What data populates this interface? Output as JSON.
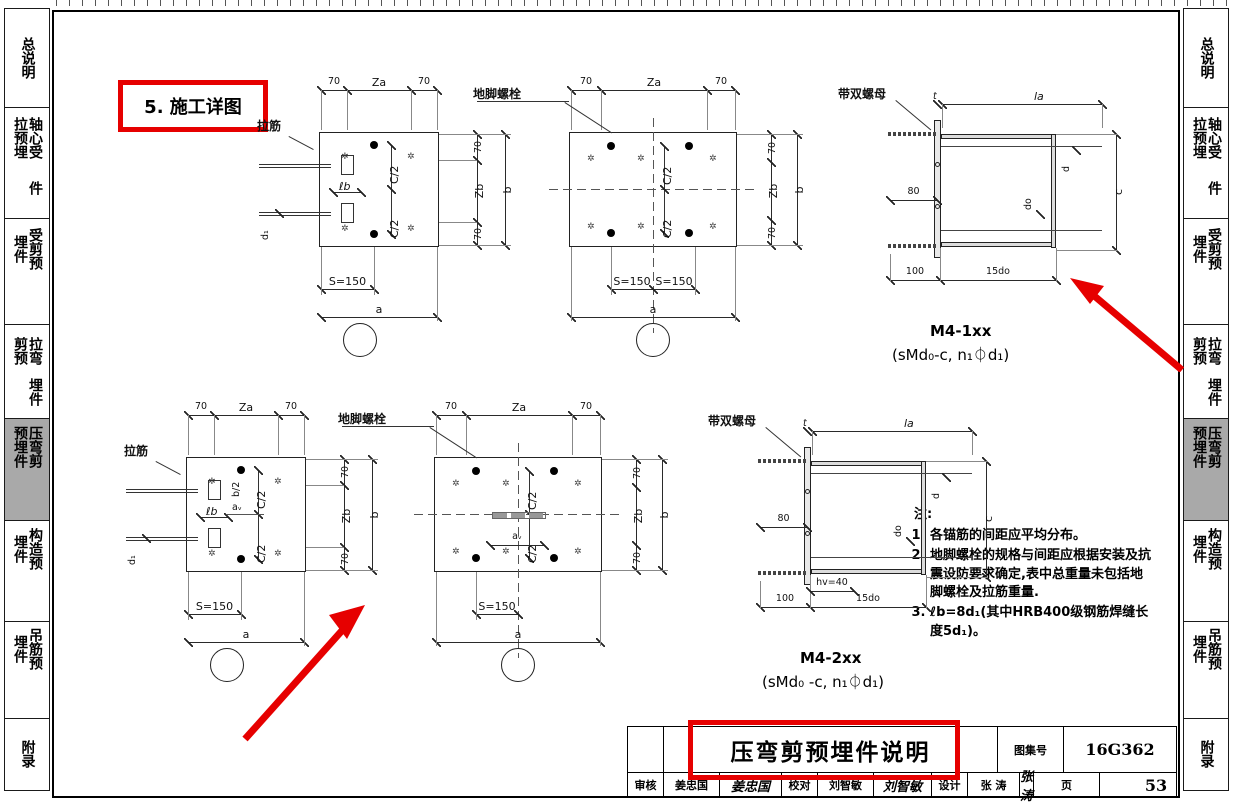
{
  "sidebar": {
    "items": [
      {
        "label": "总说明",
        "selected": false
      },
      {
        "label": "轴心受拉预埋件",
        "selected": false
      },
      {
        "label": "受剪预埋件",
        "selected": false
      },
      {
        "label": "拉弯剪预埋件",
        "selected": false
      },
      {
        "label": "压弯剪预埋件",
        "selected": true
      },
      {
        "label": "构造预埋件",
        "selected": false
      },
      {
        "label": "吊筋预埋件",
        "selected": false
      },
      {
        "label": "附录",
        "selected": false
      }
    ]
  },
  "annotations": {
    "section_label": "5. 施工详图",
    "highlight_title": "压弯剪预埋件说明",
    "accent_color": "#e60000"
  },
  "drawings": {
    "row1": {
      "plan_left": {
        "dim_top_left": "70",
        "dim_top_mid": "Za",
        "dim_top_right": "70",
        "dim_right_top": "70",
        "dim_right_mid": "Zb",
        "dim_right_outer": "b",
        "dim_right_bot": "70",
        "dim_bottom_s": "S=150",
        "dim_bottom_a": "a",
        "label_tie": "拉筋",
        "label_d1": "d₁",
        "label_lb": "ℓb",
        "label_c_upper": "C/2",
        "label_c_lower": "C/2"
      },
      "plan_mid": {
        "dim_top_left": "70",
        "dim_top_mid": "Za",
        "dim_top_right": "70",
        "dim_right_top": "70",
        "dim_right_mid": "Zb",
        "dim_right_outer": "b",
        "dim_right_bot": "70",
        "dim_bottom_s1": "S=150",
        "dim_bottom_s2": "S=150",
        "dim_bottom_a": "a",
        "label_anchor_bolt": "地脚螺栓",
        "label_c_upper": "C/2",
        "label_c_lower": "C/2"
      },
      "section": {
        "label_double_nut": "带双螺母",
        "dim_t": "t",
        "dim_la": "la",
        "dim_80": "80",
        "dim_100": "100",
        "dim_15do": "15do",
        "dim_c": "c",
        "dim_d": "d",
        "dim_do": "do",
        "title": "M4-1xx",
        "subtitle": "(sMd₀-c, n₁⏀d₁)"
      }
    },
    "row2": {
      "plan_left": {
        "dim_top_left": "70",
        "dim_top_mid": "Za",
        "dim_top_right": "70",
        "dim_right_top": "70",
        "dim_right_mid": "Zb",
        "dim_right_outer": "b",
        "dim_right_bot": "70",
        "dim_bottom_s": "S=150",
        "dim_bottom_a": "a",
        "label_tie": "拉筋",
        "label_d1": "d₁",
        "label_lb": "ℓb",
        "label_av": "aᵥ",
        "label_b2": "b/2",
        "label_c_upper": "C/2",
        "label_c_lower": "C/2"
      },
      "plan_mid": {
        "dim_top_left": "70",
        "dim_top_mid": "Za",
        "dim_top_right": "70",
        "dim_right_top": "70",
        "dim_right_mid": "Zb",
        "dim_right_outer": "b",
        "dim_right_bot": "70",
        "dim_bottom_s": "S=150",
        "dim_bottom_a": "a",
        "label_anchor_bolt": "地脚螺栓",
        "label_av": "aᵥ",
        "label_c_upper": "C/2",
        "label_c_lower": "C/2"
      },
      "section": {
        "label_double_nut": "带双螺母",
        "dim_t": "t",
        "dim_la": "la",
        "dim_80": "80",
        "dim_100": "100",
        "dim_15do": "15do",
        "dim_hv": "hv=40",
        "dim_c": "c",
        "dim_d": "d",
        "dim_do": "do",
        "title": "M4-2xx",
        "subtitle": "(sMd₀ -c, n₁⏀d₁)"
      }
    }
  },
  "notes": {
    "heading": "注:",
    "items": [
      "各锚筋的间距应平均分布。",
      "地脚螺栓的规格与间距应根据安装及抗震设防要求确定,表中总重量未包括地脚螺栓及拉筋重量.",
      "ℓb=8d₁(其中HRB400级钢筋焊缝长度5d₁)。"
    ]
  },
  "title_block": {
    "drawing_title": "压弯剪预埋件说明",
    "atlas_label": "图集号",
    "atlas_value": "16G362",
    "page_label": "页",
    "page_value": "53",
    "review_label": "审核",
    "review_name": "姜忠国",
    "review_sign": "姜忠国",
    "check_label": "校对",
    "check_name": "刘智敏",
    "check_sign": "刘智敏",
    "design_label": "设计",
    "design_name": "张 涛",
    "design_sign": "张涛"
  }
}
